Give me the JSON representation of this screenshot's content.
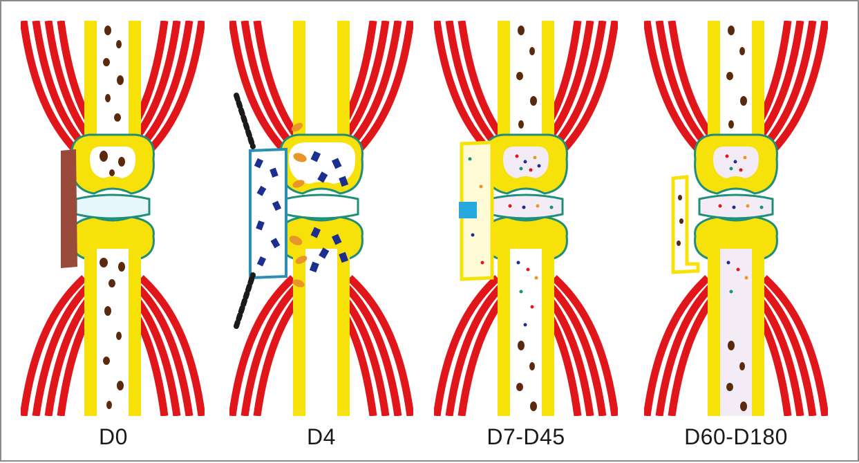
{
  "figure": {
    "panels": [
      {
        "id": "d0",
        "label": "D0"
      },
      {
        "id": "d4",
        "label": "D4"
      },
      {
        "id": "d7",
        "label": "D7-D45"
      },
      {
        "id": "d60",
        "label": "D60-D180"
      }
    ]
  },
  "colors": {
    "muscle": "#e0161b",
    "bone": "#f7e10a",
    "cartilage": "#1f8f7a",
    "dots": "#5b2a0e",
    "graft_blue": "#1b2f8f",
    "graft_orange": "#e8962a",
    "band": "#9a4a3a"
  }
}
